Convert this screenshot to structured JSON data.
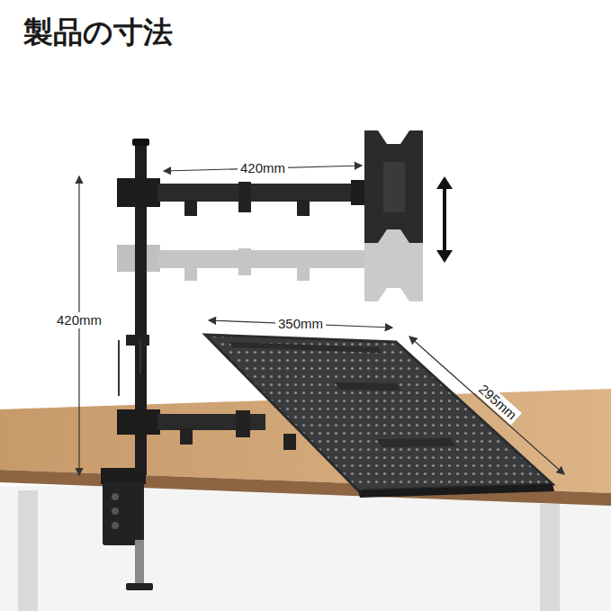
{
  "diagram": {
    "title": "製品の寸法",
    "labels": [
      "420mm",
      "420mm",
      "350mm",
      "295mm"
    ]
  }
}
